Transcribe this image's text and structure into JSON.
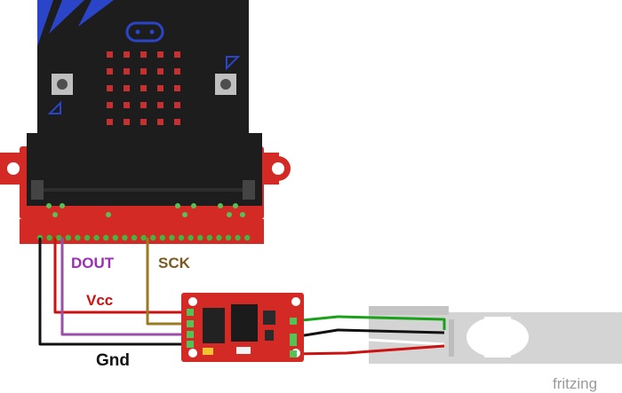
{
  "labels": {
    "dout": "DOUT",
    "sck": "SCK",
    "vcc": "Vcc",
    "gnd": "Gnd"
  },
  "watermark": "fritzing",
  "colors": {
    "board_red": "#d42a26",
    "microbit_black": "#1d1d1d",
    "microbit_blue": "#2b45c8",
    "led_red": "#c73030",
    "wire_red": "#cc1111",
    "wire_black": "#111111",
    "wire_purple": "#9a4fa8",
    "wire_brown": "#9a7a22",
    "wire_green": "#1aa11a",
    "label_purple": "#9b2fb5",
    "label_brown": "#7b5a1e",
    "label_red": "#d40c0c",
    "loadcell_gray": "#d2d2d2"
  },
  "icons": [
    "microbit-logo-icon",
    "button-a-icon",
    "button-b-icon",
    "fritzing-watermark"
  ]
}
